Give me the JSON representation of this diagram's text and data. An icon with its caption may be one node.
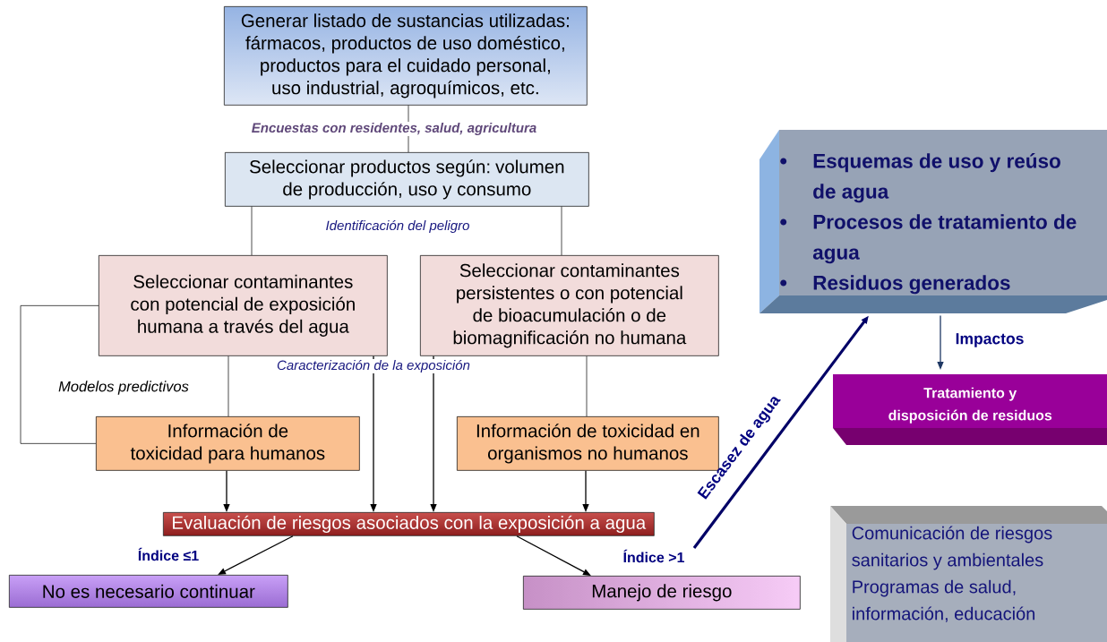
{
  "diagram": {
    "nodes": [
      {
        "text": [
          "Generar listado de sustancias utilizadas: fármacos, productos de uso doméstico, productos para el cuidado personal, uso industrial, agroquímicos, etc."
        ]
      },
      {
        "text": [
          "Seleccionar productos según: volumen de producción, uso y consumo"
        ]
      },
      {
        "text": [
          "Seleccionar contaminantes con potencial de exposición humana a través del agua"
        ]
      },
      {
        "text": [
          "Seleccionar contaminantes persistentes o con potencial de bioacumulación o de biomagnificación no humana"
        ]
      },
      {
        "text": [
          "Información de toxicidad para humanos"
        ]
      },
      {
        "text": [
          "Información de toxicidad en organismos no humanos"
        ]
      },
      {
        "text": [
          "Evaluación de riesgos asociados con la exposición a agua"
        ]
      },
      {
        "text": [
          "No es necesario continuar"
        ]
      },
      {
        "text": [
          "Manejo de riesgo"
        ]
      },
      {
        "text": [
          "Esquemas de uso y reúso de agua",
          "Procesos de tratamiento de agua",
          "Residuos generados"
        ]
      },
      {
        "text": [
          "Tratamiento y disposición de residuos"
        ]
      },
      {
        "text": [
          "Comunicación de riesgos sanitarios y ambientales",
          "Programas de salud, información, educación"
        ]
      }
    ],
    "edges": [
      {
        "from": 0,
        "to": 1,
        "arrow": "none",
        "label": "Encuestas con residentes, salud, agricultura"
      },
      {
        "from": 1,
        "to": 2,
        "arrow": "none"
      },
      {
        "from": 1,
        "to": 3,
        "arrow": "none"
      },
      {
        "from": 2,
        "to": 4,
        "arrow": "none"
      },
      {
        "from": 2,
        "to": 4,
        "arrow": "none"
      },
      {
        "from": 3,
        "to": 5,
        "arrow": "none"
      },
      {
        "from": 4,
        "to": 6,
        "arrow": "to"
      },
      {
        "from": 2,
        "to": 6,
        "arrow": "to"
      },
      {
        "from": 3,
        "to": 6,
        "arrow": "to"
      },
      {
        "from": 5,
        "to": 6,
        "arrow": "to"
      },
      {
        "from": 6,
        "to": 7,
        "arrow": "to",
        "label": "Índice ≤1"
      },
      {
        "from": 6,
        "to": 8,
        "arrow": "to"
      },
      {
        "from": null,
        "to": 9,
        "arrow": "to",
        "label": "Escasez de agua",
        "style": "thick",
        "color": "#000066"
      },
      {
        "from": 9,
        "to": 10,
        "arrow": "to",
        "label": "Impactos",
        "color": "#1f3864"
      }
    ],
    "labels": [
      "Identificación del peligro",
      "Caracterización de la exposición",
      "Modelos predictivos",
      "Índice >1"
    ]
  }
}
